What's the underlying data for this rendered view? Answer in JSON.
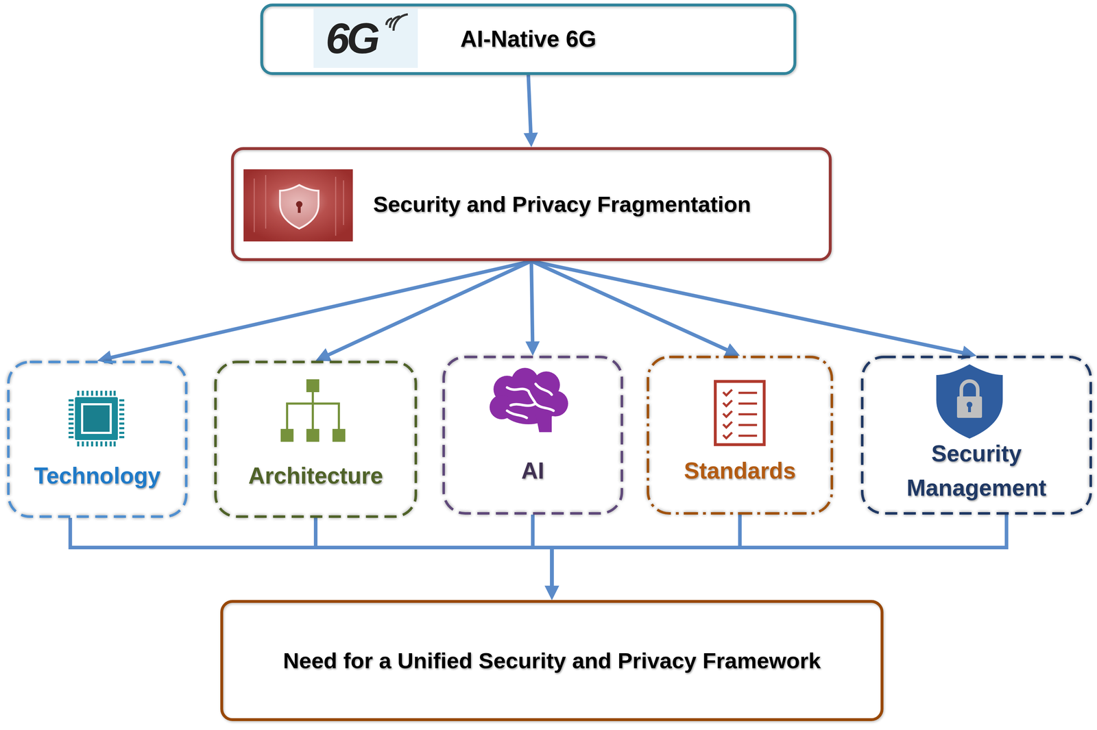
{
  "diagram": {
    "nodes": [
      {
        "text": [
          "AI-Native 6G"
        ]
      },
      {
        "text": [
          "Security and Privacy Fragmentation"
        ]
      },
      {
        "text": [
          "Technology"
        ]
      },
      {
        "text": [
          "Architecture"
        ]
      },
      {
        "text": [
          "AI"
        ]
      },
      {
        "text": [
          "Standards"
        ]
      },
      {
        "text": [
          "Security Management"
        ]
      },
      {
        "text": [
          "Need for a Unified Security and Privacy Framework"
        ]
      }
    ],
    "edges": [
      {
        "from": 0,
        "to": 1,
        "arrow": "to"
      },
      {
        "from": 1,
        "to": 2,
        "arrow": "to"
      },
      {
        "from": 1,
        "to": 3,
        "arrow": "to"
      },
      {
        "from": 1,
        "to": 4,
        "arrow": "to"
      },
      {
        "from": 1,
        "to": 5,
        "arrow": "to"
      },
      {
        "from": 1,
        "to": 6,
        "arrow": "to"
      },
      {
        "from": 2,
        "to": 7,
        "arrow": "to"
      },
      {
        "from": 3,
        "to": 7,
        "arrow": "to"
      },
      {
        "from": 4,
        "to": 7,
        "arrow": "to"
      },
      {
        "from": 5,
        "to": 7,
        "arrow": "to"
      },
      {
        "from": 6,
        "to": 7,
        "arrow": "to"
      }
    ],
    "labels": [
      "6G"
    ]
  }
}
